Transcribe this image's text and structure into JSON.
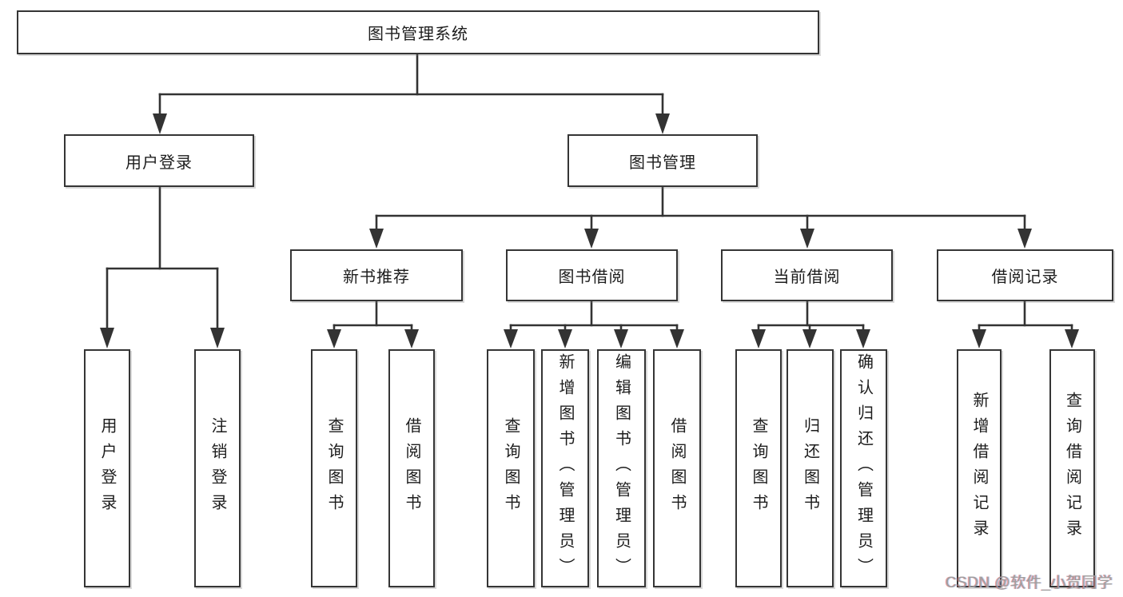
{
  "diagram": {
    "type": "hierarchy",
    "colors": {
      "line": "#333333",
      "box_border": "#353535",
      "box_fill": "#ffffff",
      "text": "#1d1d1d",
      "watermark": "#9e9e9e"
    }
  },
  "tree": {
    "label": "图书管理系统",
    "children": [
      {
        "label": "用户登录",
        "children": [
          {
            "label": "用户登录"
          },
          {
            "label": "注销登录"
          }
        ]
      },
      {
        "label": "图书管理",
        "children": [
          {
            "label": "新书推荐",
            "children": [
              {
                "label": "查询图书"
              },
              {
                "label": "借阅图书"
              }
            ]
          },
          {
            "label": "图书借阅",
            "children": [
              {
                "label": "查询图书"
              },
              {
                "label": "新增图书（管理员）"
              },
              {
                "label": "编辑图书（管理员）"
              },
              {
                "label": "借阅图书"
              }
            ]
          },
          {
            "label": "当前借阅",
            "children": [
              {
                "label": "查询图书"
              },
              {
                "label": "归还图书"
              },
              {
                "label": "确认归还（管理员）"
              }
            ]
          },
          {
            "label": "借阅记录",
            "children": [
              {
                "label": "新增借阅记录"
              },
              {
                "label": "查询借阅记录"
              }
            ]
          }
        ]
      }
    ]
  },
  "watermark": {
    "text": "CSDN @软件_小贺同学"
  }
}
